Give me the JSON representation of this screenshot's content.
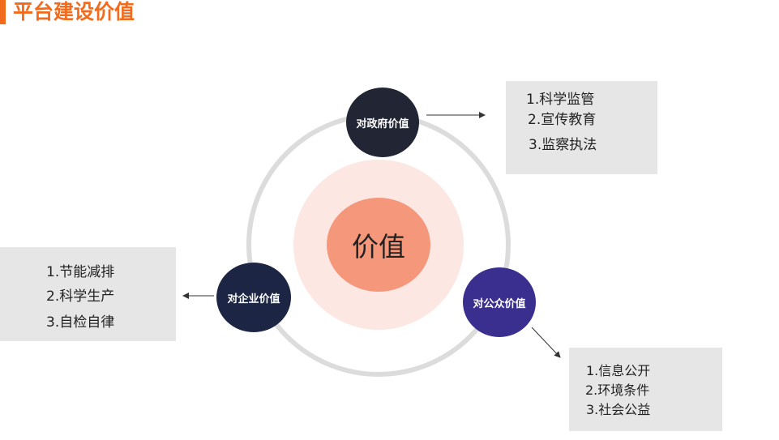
{
  "page_title": "平台建设价值",
  "center": {
    "label": "价值"
  },
  "nodes": {
    "government": {
      "label": "对政府价值"
    },
    "enterprise": {
      "label": "对企业价值"
    },
    "public": {
      "label": "对公众价值"
    }
  },
  "boxes": {
    "government": {
      "items": [
        "1.科学监管",
        "2.宣传教育",
        "3.监察执法"
      ]
    },
    "enterprise": {
      "items": [
        "1.节能减排",
        "2.科学生产",
        "3.自检自律"
      ]
    },
    "public": {
      "items": [
        "1.信息公开",
        "2.环境条件",
        "3.社会公益"
      ]
    }
  },
  "colors": {
    "accent": "#f26b1d",
    "government_node": "#222533",
    "enterprise_node": "#1c2543",
    "public_node": "#3a2f8f",
    "center": "#f4977a",
    "center_halo": "#fce7e3",
    "ring": "#dcdcdc",
    "box": "#e6e6e6"
  }
}
